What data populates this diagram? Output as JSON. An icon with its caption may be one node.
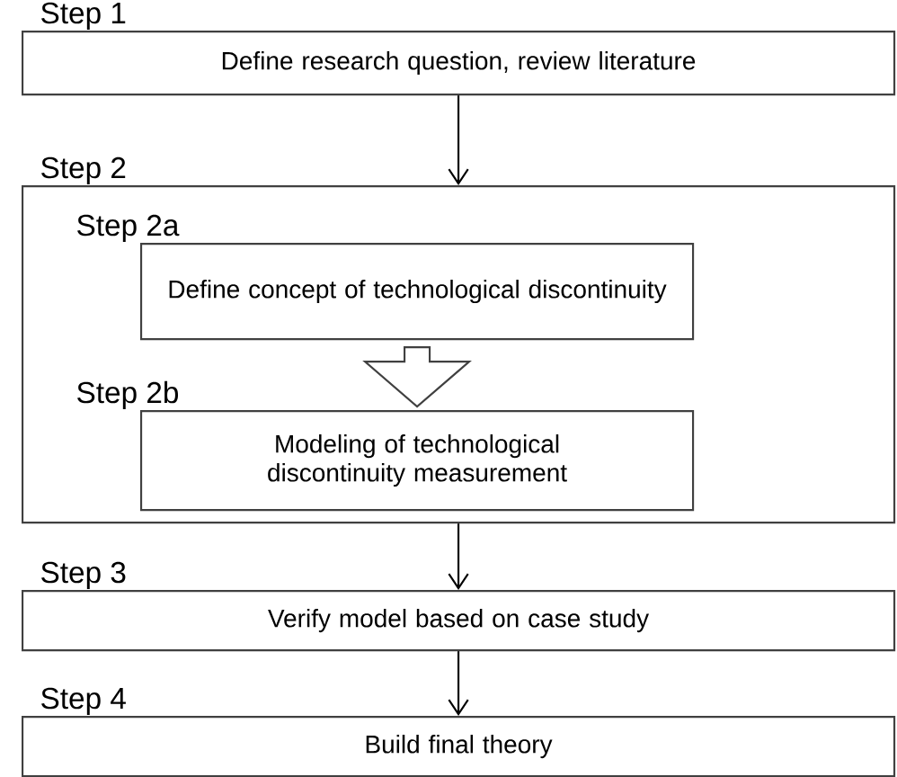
{
  "diagram": {
    "nodes": [
      {
        "text": [
          "Step 1",
          "Define research question, review literature"
        ]
      },
      {
        "text": [
          "Step 2"
        ]
      },
      {
        "text": [
          "Step 2a",
          "Define concept of technological discontinuity"
        ],
        "in": 1
      },
      {
        "text": [
          "Step 2b",
          "Modeling of technological discontinuity measurement"
        ],
        "in": 1
      },
      {
        "text": [
          "Step 3",
          "Verify model based on case study"
        ]
      },
      {
        "text": [
          "Step 4",
          "Build final theory"
        ]
      }
    ],
    "edges": [
      {
        "from": 0,
        "to": 1,
        "arrow": "to"
      },
      {
        "from": 2,
        "to": 3,
        "arrow": "to",
        "style": "thick"
      },
      {
        "from": 1,
        "to": 4,
        "arrow": "to"
      },
      {
        "from": 4,
        "to": 5,
        "arrow": "to"
      }
    ]
  }
}
